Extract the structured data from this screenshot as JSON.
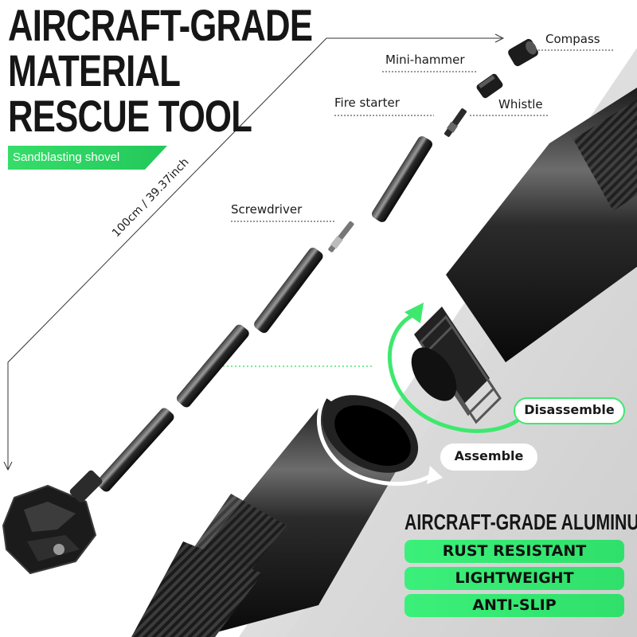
{
  "headline": {
    "line1": "AIRCRAFT-GRADE",
    "line2": "MATERIAL",
    "line3": "RESCUE TOOL"
  },
  "product_label": "Sandblasting shovel",
  "length_label": "100cm / 39.37inch",
  "parts": {
    "compass": "Compass",
    "mini_hammer": "Mini-hammer",
    "fire_starter": "Fire starter",
    "whistle": "Whistle",
    "screwdriver": "Screwdriver"
  },
  "actions": {
    "disassemble": "Disassemble",
    "assemble": "Assemble"
  },
  "material_heading": "AIRCRAFT-GRADE ALUMINUM",
  "features": [
    "RUST RESISTANT",
    "LIGHTWEIGHT",
    "ANTI-SLIP"
  ],
  "colors": {
    "accent_green": "#3ee86e",
    "text_dark": "#161616",
    "tube_black": "#141414"
  }
}
